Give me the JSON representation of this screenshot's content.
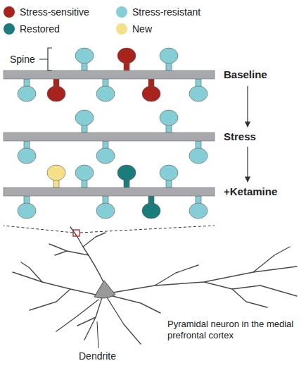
{
  "diagram": {
    "labels": [
      "Spine",
      "Baseline",
      "Stress",
      "+Ketamine",
      "Dendrite",
      "Pyramidal neuron in the medial prefrontal cortex"
    ],
    "legend": [
      {
        "text": "Stress-sensitive",
        "color": "#a8231c"
      },
      {
        "text": "Stress-resistant",
        "color": "#86ced5"
      },
      {
        "text": "Restored",
        "color": "#1b7c7c"
      },
      {
        "text": "New",
        "color": "#f5e08a"
      }
    ]
  }
}
